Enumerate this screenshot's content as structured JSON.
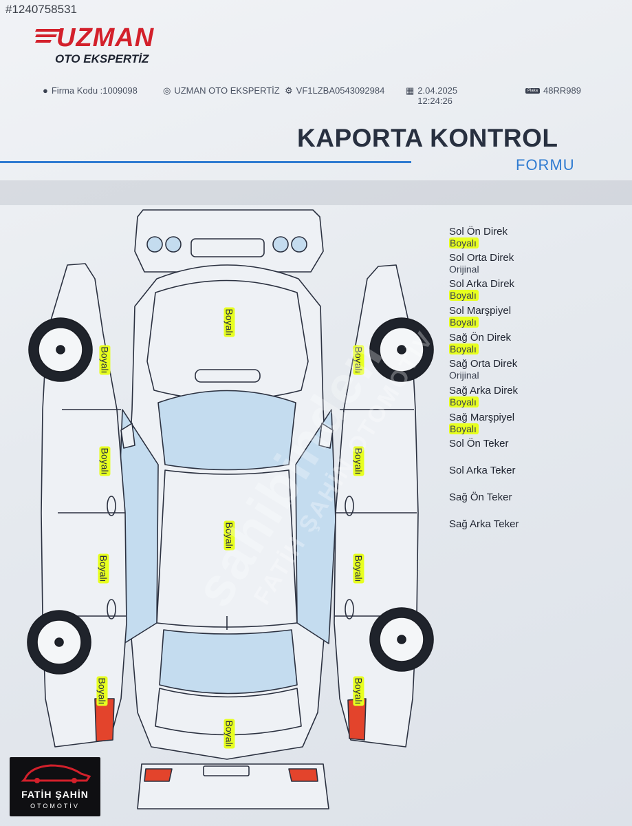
{
  "listing_id": "#1240758531",
  "logo": {
    "brand": "UZMAN",
    "sub": "OTO EKSPERTİZ"
  },
  "info": {
    "firm_code": "Firma Kodu :1009098",
    "company": "UZMAN OTO EKSPERTİZ",
    "vin": "VF1LZBA0543092984",
    "date": "2.04.2025",
    "time": "12:24:26",
    "plate_badge": "Plaka",
    "plate": "48RR989"
  },
  "title": {
    "main": "KAPORTA KONTROL",
    "sub": "FORMU"
  },
  "panels": {
    "hood": "Boyalı",
    "roof": "Boyalı",
    "trunk": "Boyalı",
    "left_front_fender": "Boyalı",
    "left_front_door": "Boyalı",
    "left_rear_door": "Boyalı",
    "left_rear_fender": "Boyalı",
    "right_front_fender": "Boyalı",
    "right_front_door": "Boyalı",
    "right_rear_door": "Boyalı",
    "right_rear_fender": "Boyalı"
  },
  "status_items": [
    {
      "label": "Sol Ön Direk",
      "value": "Boyalı",
      "highlight": true
    },
    {
      "label": "Sol Orta Direk",
      "value": "Orijinal",
      "highlight": false
    },
    {
      "label": "Sol Arka Direk",
      "value": "Boyalı",
      "highlight": true
    },
    {
      "label": "Sol Marşpiyel",
      "value": "Boyalı",
      "highlight": true
    },
    {
      "label": "Sağ Ön Direk",
      "value": "Boyalı",
      "highlight": true
    },
    {
      "label": "Sağ Orta Direk",
      "value": "Orijinal",
      "highlight": false
    },
    {
      "label": "Sağ Arka Direk",
      "value": "Boyalı",
      "highlight": true
    },
    {
      "label": "Sağ Marşpiyel",
      "value": "Boyalı",
      "highlight": true
    },
    {
      "label": "Sol Ön Teker",
      "value": "",
      "highlight": false
    },
    {
      "label": "Sol Arka Teker",
      "value": "",
      "highlight": false
    },
    {
      "label": "Sağ Ön Teker",
      "value": "",
      "highlight": false
    },
    {
      "label": "Sağ Arka Teker",
      "value": "",
      "highlight": false
    }
  ],
  "watermark": {
    "main": "sahibinden",
    "secondary": "FATİH ŞAHİN OTOMOTİV"
  },
  "dealer": {
    "name": "FATİH ŞAHİN",
    "sub": "OTOMOTİV"
  },
  "colors": {
    "highlight": "#e7ff1f",
    "accent_blue": "#2f7bd1",
    "brand_red": "#d3202b",
    "glass": "#c4dcef"
  }
}
